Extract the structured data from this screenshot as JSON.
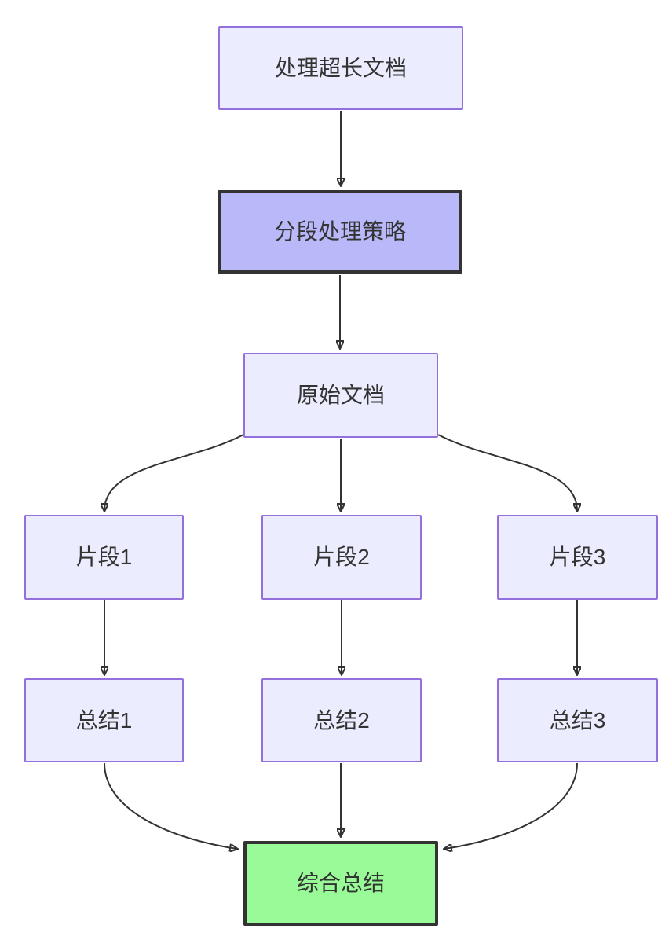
{
  "diagram": {
    "type": "flowchart",
    "direction": "top-down",
    "nodes": {
      "start": {
        "label": "处理超长文档"
      },
      "strategy": {
        "label": "分段处理策略"
      },
      "doc": {
        "label": "原始文档"
      },
      "seg1": {
        "label": "片段1"
      },
      "seg2": {
        "label": "片段2"
      },
      "seg3": {
        "label": "片段3"
      },
      "sum1": {
        "label": "总结1"
      },
      "sum2": {
        "label": "总结2"
      },
      "sum3": {
        "label": "总结3"
      },
      "final": {
        "label": "综合总结"
      }
    },
    "edges": [
      {
        "from": "start",
        "to": "strategy"
      },
      {
        "from": "strategy",
        "to": "doc"
      },
      {
        "from": "doc",
        "to": "seg1"
      },
      {
        "from": "doc",
        "to": "seg2"
      },
      {
        "from": "doc",
        "to": "seg3"
      },
      {
        "from": "seg1",
        "to": "sum1"
      },
      {
        "from": "seg2",
        "to": "sum2"
      },
      {
        "from": "seg3",
        "to": "sum3"
      },
      {
        "from": "sum1",
        "to": "final"
      },
      {
        "from": "sum2",
        "to": "final"
      },
      {
        "from": "sum3",
        "to": "final"
      }
    ]
  },
  "colors": {
    "node-fill": "#ECECFF",
    "node-border": "#9370DB",
    "strategy-fill": "#b9b9f9",
    "final-fill": "#98fb98",
    "emphasis-border": "#333333",
    "edge": "#333333",
    "text": "#333333",
    "background": "#ffffff"
  }
}
